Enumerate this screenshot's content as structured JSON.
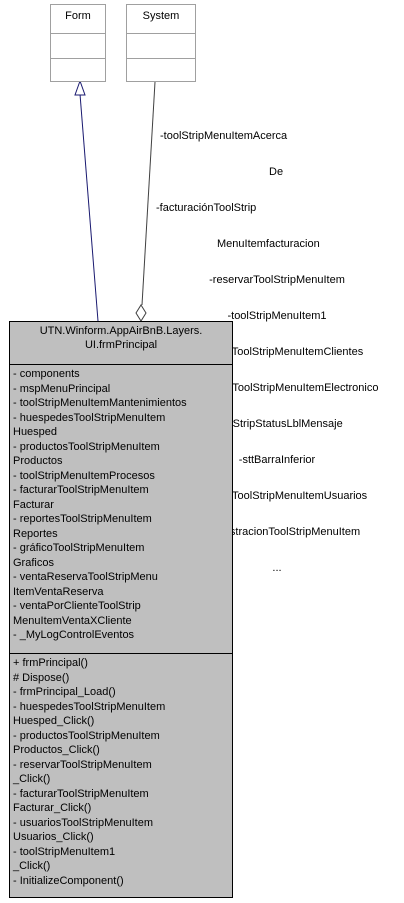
{
  "classes": {
    "form": {
      "name": "Form"
    },
    "system": {
      "name": "System"
    },
    "main": {
      "name_line1": "UTN.Winform.AppAirBnB.Layers.",
      "name_line2": "UI.frmPrincipal",
      "attributes": [
        "- components",
        "- mspMenuPrincipal",
        "- toolStripMenuItemMantenimientos",
        "- huespedesToolStripMenuItem",
        "Huesped",
        "- productosToolStripMenuItem",
        "Productos",
        "- toolStripMenuItemProcesos",
        "- facturarToolStripMenuItem",
        "Facturar",
        "- reportesToolStripMenuItem",
        "Reportes",
        "- gráficoToolStripMenuItem",
        "Graficos",
        "- ventaReservaToolStripMenu",
        "ItemVentaReserva",
        "- ventaPorClienteToolStrip",
        "MenuItemVentaXCliente",
        "- _MyLogControlEventos"
      ],
      "operations": [
        "+ frmPrincipal()",
        "# Dispose()",
        "- frmPrincipal_Load()",
        "- huespedesToolStripMenuItem",
        "Huesped_Click()",
        "- productosToolStripMenuItem",
        "Productos_Click()",
        "- reservarToolStripMenuItem",
        "_Click()",
        "- facturarToolStripMenuItem",
        "Facturar_Click()",
        "- usuariosToolStripMenuItem",
        "Usuarios_Click()",
        "- toolStripMenuItem1",
        "_Click()",
        "- InitializeComponent()"
      ]
    }
  },
  "association_labels": [
    "-toolStripMenuItemAcerca",
    "De",
    "-facturaciónToolStrip",
    "MenuItemfacturacion",
    "-reservarToolStripMenuItem",
    "-toolStripMenuItem1",
    "-clientesToolStripMenuItemClientes",
    "-electronicoToolStripMenuItemElectronico",
    "-toolStripStatusLblMensaje",
    "-sttBarraInferior",
    "-usuariosToolStripMenuItemUsuarios",
    "-administracionToolStripMenuItem",
    "..."
  ],
  "colors": {
    "class_fill": "#bfbfbf",
    "external_border": "#a0a0a0",
    "generalization_arrow": "#191970",
    "association_line": "#404040"
  }
}
